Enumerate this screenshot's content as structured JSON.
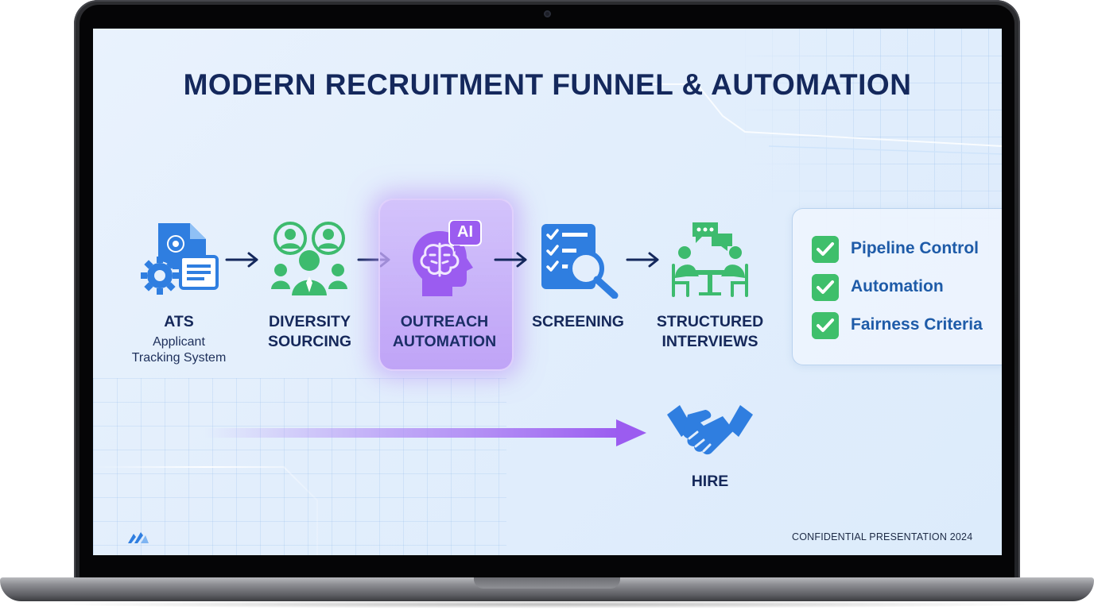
{
  "slide": {
    "title": "MODERN RECRUITMENT FUNNEL & AUTOMATION",
    "footer": "CONFIDENTIAL PRESENTATION 2024"
  },
  "stages": [
    {
      "label_line1": "ATS",
      "subtitle_line1": "Applicant",
      "subtitle_line2": "Tracking System",
      "icon": "ats-document-gears-icon"
    },
    {
      "label_line1": "DIVERSITY",
      "label_line2": "SOURCING",
      "icon": "diverse-people-group-icon"
    },
    {
      "label_line1": "OUTREACH",
      "label_line2": "AUTOMATION",
      "icon": "ai-brain-head-icon",
      "highlighted": true
    },
    {
      "label_line1": "SCREENING",
      "icon": "checklist-magnifier-icon"
    },
    {
      "label_line1": "STRUCTURED",
      "label_line2": "INTERVIEWS",
      "icon": "interview-table-icon"
    }
  ],
  "ai_badge": "AI",
  "outcome": {
    "label": "HIRE",
    "icon": "handshake-icon"
  },
  "checklist": [
    {
      "label": "Pipeline Control"
    },
    {
      "label": "Automation"
    },
    {
      "label": "Fairness Criteria"
    }
  ],
  "colors": {
    "title_navy": "#14285c",
    "icon_blue": "#2f7ee0",
    "icon_green": "#3dbb6e",
    "icon_purple": "#9b5cf0",
    "check_green": "#3fbf6b",
    "checklist_text": "#1e5ba8"
  }
}
